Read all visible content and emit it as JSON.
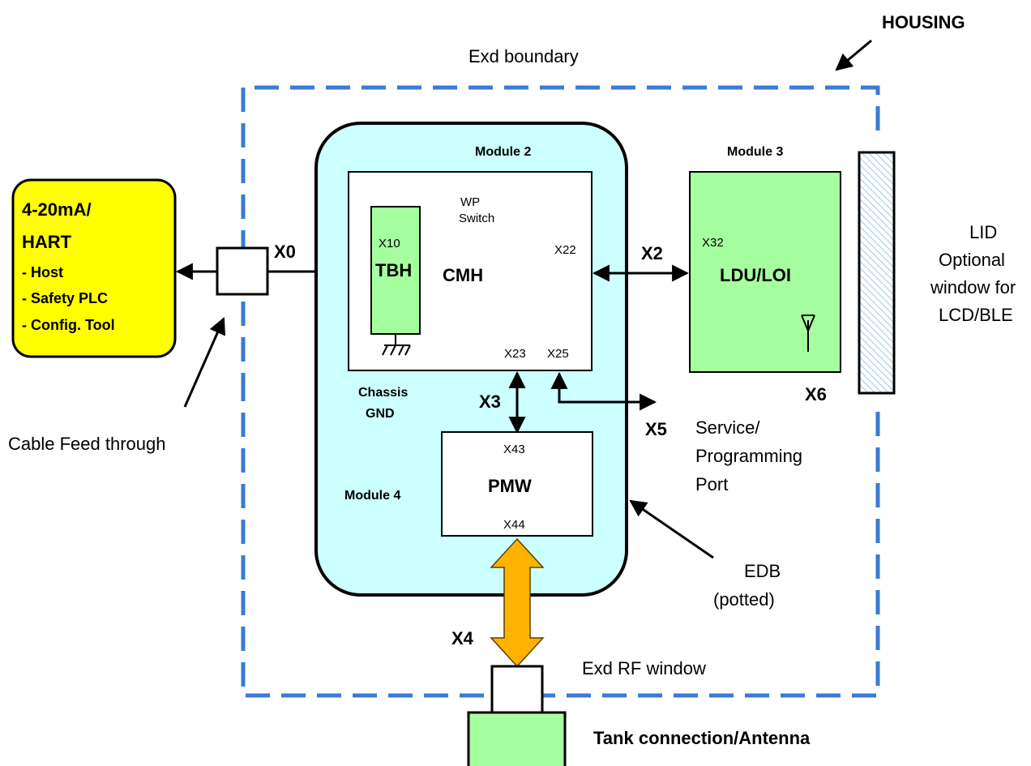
{
  "labels": {
    "housing": "HOUSING",
    "exd_boundary": "Exd boundary",
    "exd_rf_window": "Exd RF window",
    "tank_connection": "Tank connection/Antenna",
    "cable_feed": "Cable Feed through",
    "edb_line1": "EDB",
    "edb_line2": "(potted)",
    "lid_line1": "LID",
    "lid_line2": "Optional",
    "lid_line3": "window for",
    "lid_line4": "LCD/BLE",
    "service_line1": "Service/",
    "service_line2": "Programming",
    "service_line3": "Port",
    "chassis_line1": "Chassis",
    "chassis_line2": "GND"
  },
  "host_box": {
    "line1": "4-20mA/",
    "line2": "HART",
    "items": [
      "- Host",
      "- Safety PLC",
      "- Config. Tool"
    ]
  },
  "modules": {
    "module2": "Module 2",
    "module3": "Module 3",
    "module4": "Module 4"
  },
  "blocks": {
    "tbh": "TBH",
    "cmh": "CMH",
    "ldu": "LDU/LOI",
    "pmw": "PMW",
    "wp_line1": "WP",
    "wp_line2": "Switch"
  },
  "connectors": {
    "x0": "X0",
    "x2": "X2",
    "x3": "X3",
    "x4": "X4",
    "x5": "X5",
    "x6": "X6",
    "x10": "X10",
    "x22": "X22",
    "x23": "X23",
    "x25": "X25",
    "x32": "X32",
    "x43": "X43",
    "x44": "X44"
  },
  "colors": {
    "boundary_dash": "#3a7bd5",
    "host_fill": "#ffff00",
    "edb_fill": "#ccffff",
    "module_green": "#a6ff9e",
    "rf_arrow": "#ffb300",
    "lid_hatch": "#9fc7e8"
  }
}
